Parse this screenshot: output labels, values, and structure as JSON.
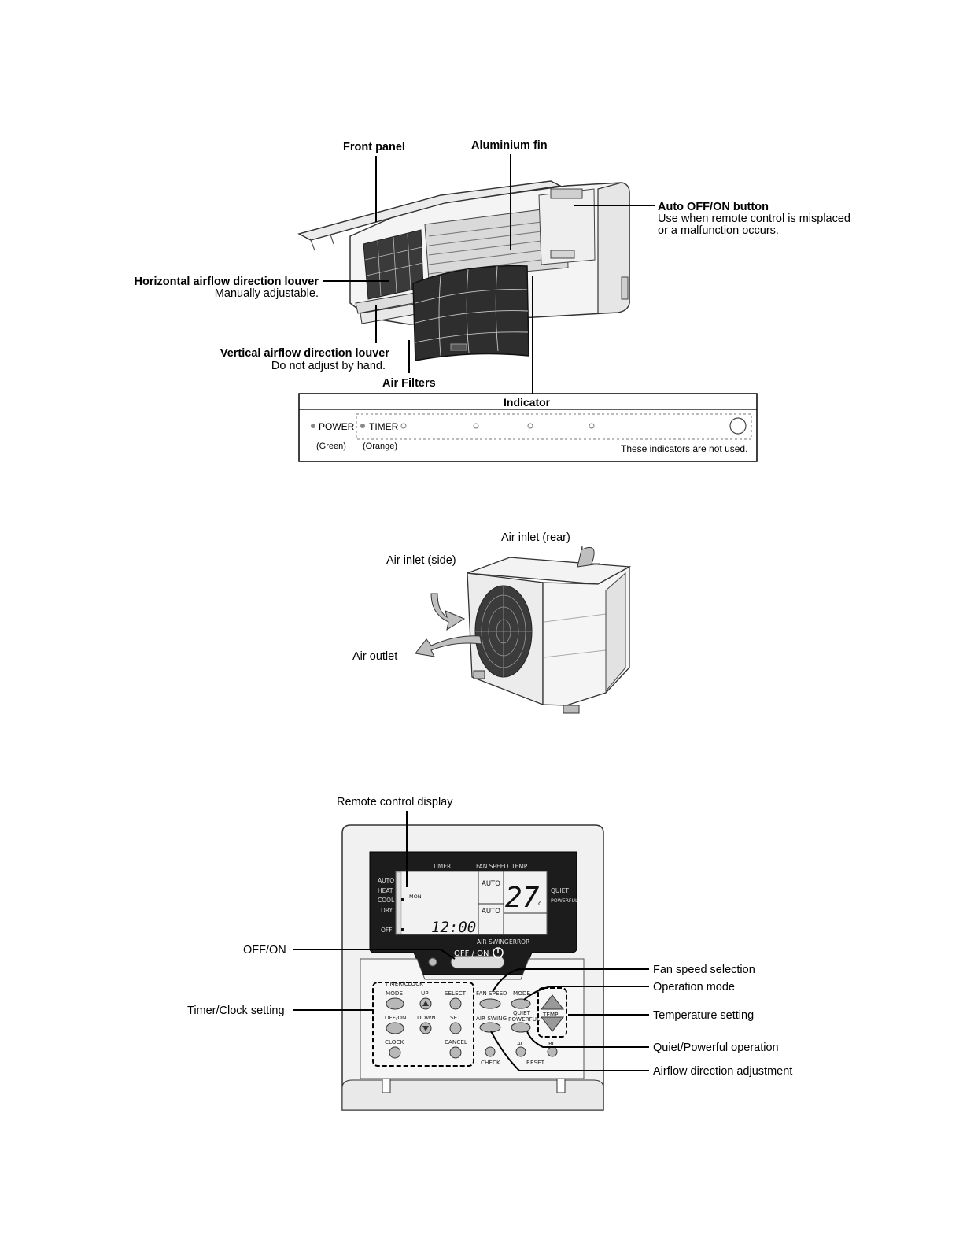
{
  "indoor_unit": {
    "front_panel": "Front panel",
    "aluminium_fin": "Aluminium fin",
    "auto_button_title": "Auto OFF/ON button",
    "auto_button_desc_1": "Use when remote control is misplaced",
    "auto_button_desc_2": "or a malfunction occurs.",
    "horizontal_louver_title": "Horizontal airflow direction louver",
    "horizontal_louver_desc": "Manually adjustable.",
    "vertical_louver_title": "Vertical airflow direction louver",
    "vertical_louver_desc": "Do not adjust by hand.",
    "air_filters": "Air Filters"
  },
  "indicator": {
    "title": "Indicator",
    "power": "POWER",
    "timer": "TIMER",
    "power_color": "(Green)",
    "timer_color": "(Orange)",
    "not_used_note": "These indicators are not used."
  },
  "outdoor_unit": {
    "air_inlet_rear": "Air inlet (rear)",
    "air_inlet_side": "Air inlet (side)",
    "air_outlet": "Air outlet"
  },
  "remote_control": {
    "display_label": "Remote control display",
    "off_on_label": "OFF/ON",
    "timer_clock_setting": "Timer/Clock setting",
    "fan_speed_selection": "Fan speed selection",
    "operation_mode": "Operation mode",
    "temperature_setting": "Temperature setting",
    "quiet_powerful_operation": "Quiet/Powerful operation",
    "airflow_direction_adjustment": "Airflow direction adjustment",
    "display": {
      "timer": "TIMER",
      "fan_speed": "FAN SPEED",
      "temp": "TEMP",
      "auto": "AUTO",
      "heat": "HEAT",
      "cool": "COOL",
      "dry": "DRY",
      "off": "OFF",
      "mon": "MON",
      "time": "12:00",
      "fan_auto": "AUTO",
      "swing_auto": "AUTO",
      "temperature": "27",
      "unit": "c",
      "quiet": "QUIET",
      "powerful": "POWERFUL",
      "air_swing": "AIR SWING",
      "error": "ERROR",
      "off_on": "OFF / ON"
    },
    "buttons": {
      "timer_clock_group": "TIMER/CLOCK",
      "mode": "MODE",
      "up": "UP",
      "select": "SELECT",
      "off_on": "OFF/ON",
      "down": "DOWN",
      "set": "SET",
      "clock": "CLOCK",
      "cancel": "CANCEL",
      "fan_speed": "FAN SPEED",
      "op_mode": "MODE",
      "air_swing": "AIR SWING",
      "quiet": "QUIET",
      "powerful": "POWERFUL",
      "temp": "TEMP",
      "ac": "AC",
      "rc": "RC",
      "check": "CHECK",
      "reset": "RESET"
    }
  }
}
